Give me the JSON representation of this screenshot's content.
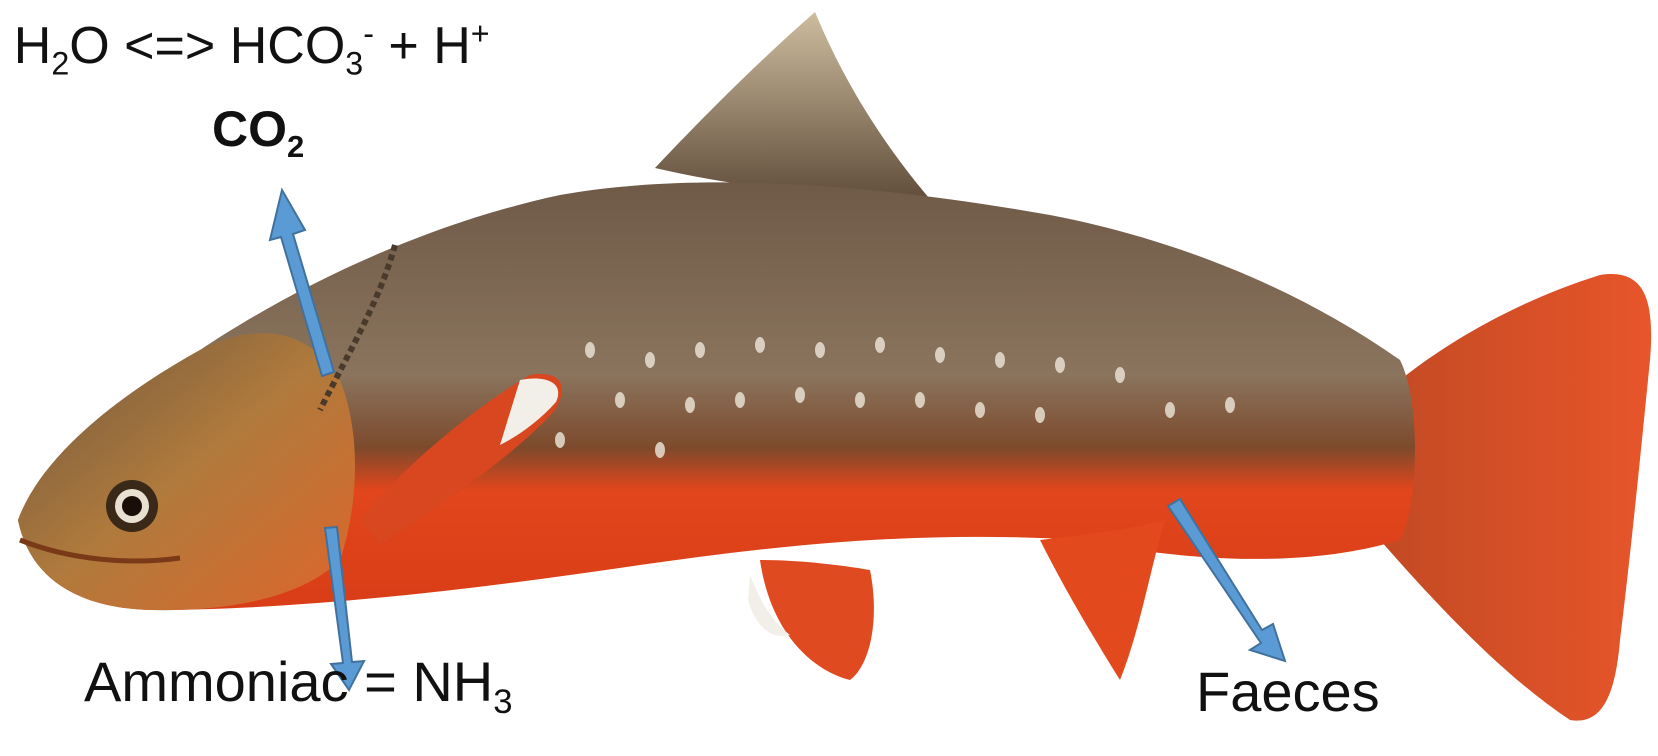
{
  "equation": {
    "lead": "- H",
    "sub1": "2",
    "mid": "O  <=> HCO",
    "sub2": "3",
    "sup1": "-",
    "plus": " + H",
    "sup2": "+"
  },
  "co2": {
    "main": "CO",
    "sub": "2"
  },
  "ammonia": {
    "main": "Ammoniac = NH",
    "sub": "3"
  },
  "faeces": {
    "label": "Faeces"
  },
  "arrows": {
    "color": "#5b9bd5",
    "outline": "#41719c"
  },
  "fish": {
    "back_color": "#7a6450",
    "belly_color": "#e24a1e",
    "fin_color": "#e64a22"
  }
}
